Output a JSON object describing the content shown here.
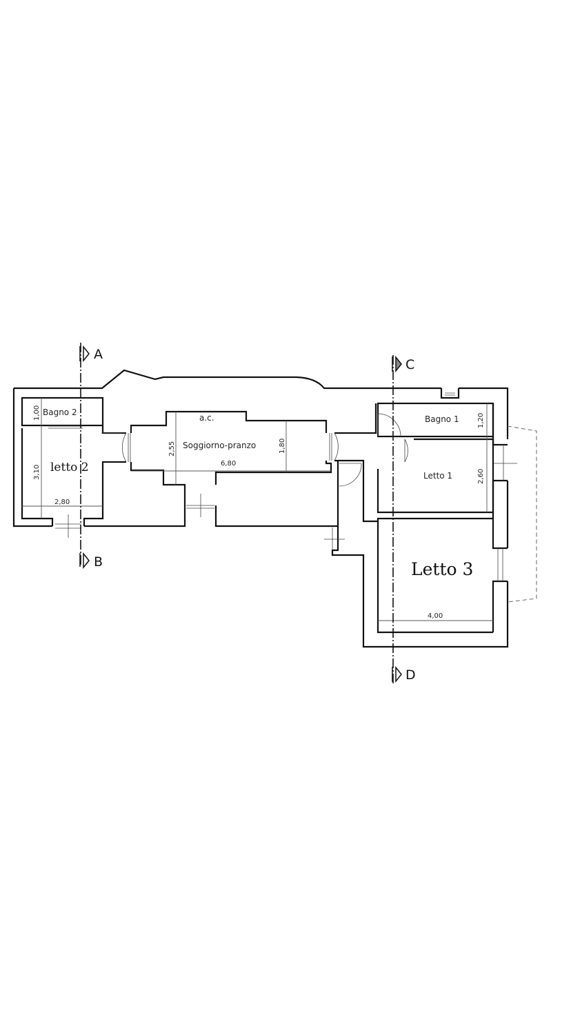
{
  "plan": {
    "rooms": {
      "bagno2": "Bagno 2",
      "letto2": "letto 2",
      "soggiorno": "Soggiorno-pranzo",
      "ac": "a.c.",
      "bagno1": "Bagno 1",
      "letto1": "Letto 1",
      "letto3": "Letto 3"
    },
    "dimensions": {
      "bagno2_h": "1,00",
      "letto2_h": "3,10",
      "letto2_w": "2,80",
      "soggiorno_h1": "2,55",
      "soggiorno_h2": "1,80",
      "soggiorno_w": "6,80",
      "bagno1_h": "1,20",
      "letto1_h": "2,60",
      "letto3_w": "4,00"
    },
    "sections": [
      "A",
      "B",
      "C",
      "D"
    ]
  }
}
